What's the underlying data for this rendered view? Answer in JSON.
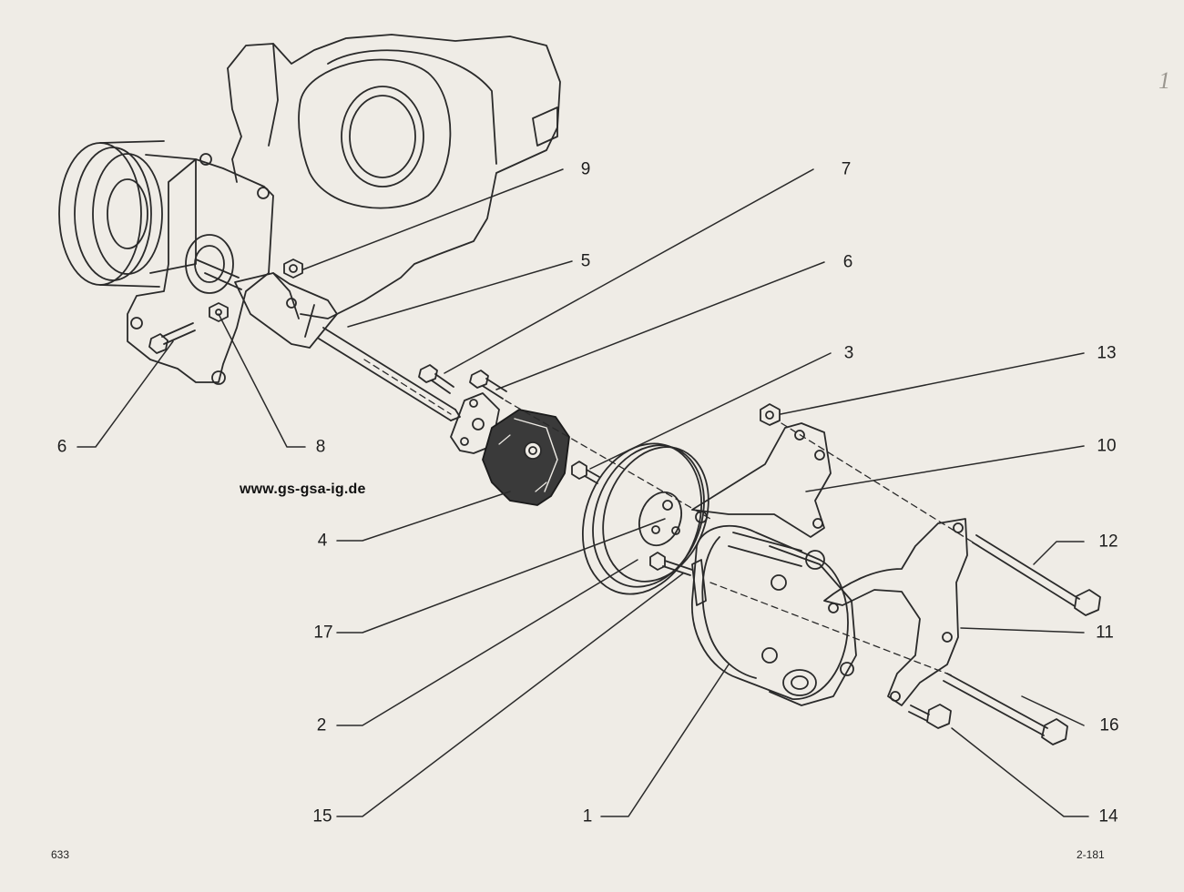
{
  "watermark": "www.gs-gsa-ig.de",
  "page_number": "633",
  "figure_ref": "2-181",
  "corner_mark": "1",
  "callouts": [
    {
      "id": "c9",
      "label": "9"
    },
    {
      "id": "c7",
      "label": "7"
    },
    {
      "id": "c5",
      "label": "5"
    },
    {
      "id": "c6a",
      "label": "6"
    },
    {
      "id": "c3",
      "label": "3"
    },
    {
      "id": "c13",
      "label": "13"
    },
    {
      "id": "c10",
      "label": "10"
    },
    {
      "id": "c12",
      "label": "12"
    },
    {
      "id": "c11",
      "label": "11"
    },
    {
      "id": "c16",
      "label": "16"
    },
    {
      "id": "c14",
      "label": "14"
    },
    {
      "id": "c1",
      "label": "1"
    },
    {
      "id": "c15",
      "label": "15"
    },
    {
      "id": "c2",
      "label": "2"
    },
    {
      "id": "c17",
      "label": "17"
    },
    {
      "id": "c4",
      "label": "4"
    },
    {
      "id": "c6b",
      "label": "6"
    },
    {
      "id": "c8",
      "label": "8"
    }
  ],
  "colors": {
    "paper": "#efece6",
    "ink": "#2a2a2a",
    "rubber": "#3a3a3a"
  }
}
